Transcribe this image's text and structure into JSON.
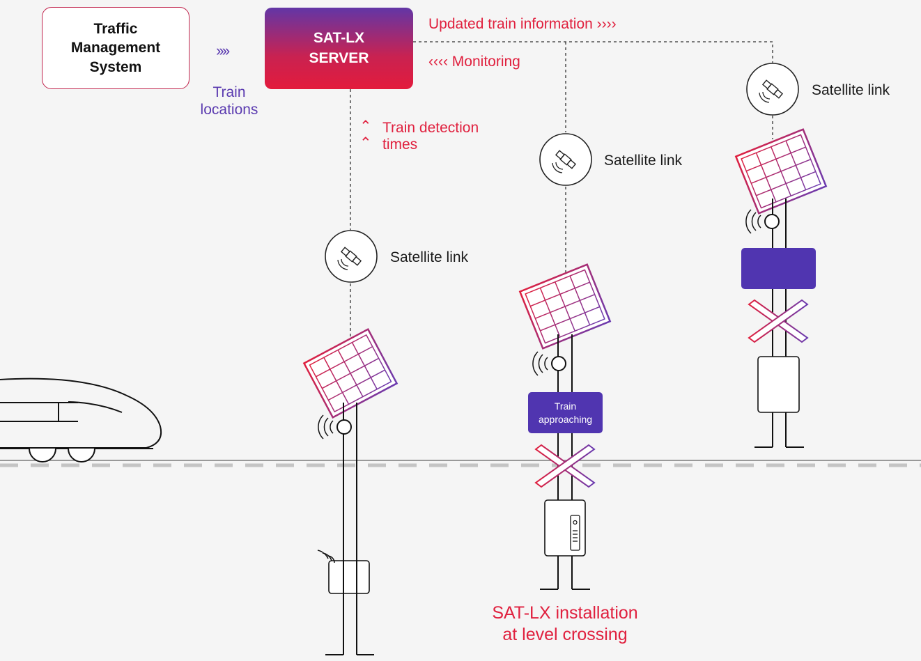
{
  "tms": {
    "line1": "Traffic",
    "line2": "Management",
    "line3": "System"
  },
  "server": {
    "line1": "SAT-LX",
    "line2": "SERVER"
  },
  "arrows": {
    "train_locations_chevrons": "››››",
    "train_locations_line1": "Train",
    "train_locations_line2": "locations",
    "updated_info": "Updated train information ››››",
    "monitoring": "‹‹‹‹ Monitoring",
    "detection_line1": "Train detection",
    "detection_line2": "times"
  },
  "satellite_link_label": "Satellite link",
  "sign": {
    "line1": "Train",
    "line2": "approaching"
  },
  "installation": {
    "line1": "SAT-LX installation",
    "line2": "at level crossing"
  },
  "colors": {
    "red": "#e0203e",
    "purple": "#5035b0",
    "background": "#f5f5f5"
  },
  "icons": [
    "satellite-icon",
    "solar-panel-icon",
    "wireless-signal-icon",
    "crossbuck-icon",
    "train-icon"
  ]
}
